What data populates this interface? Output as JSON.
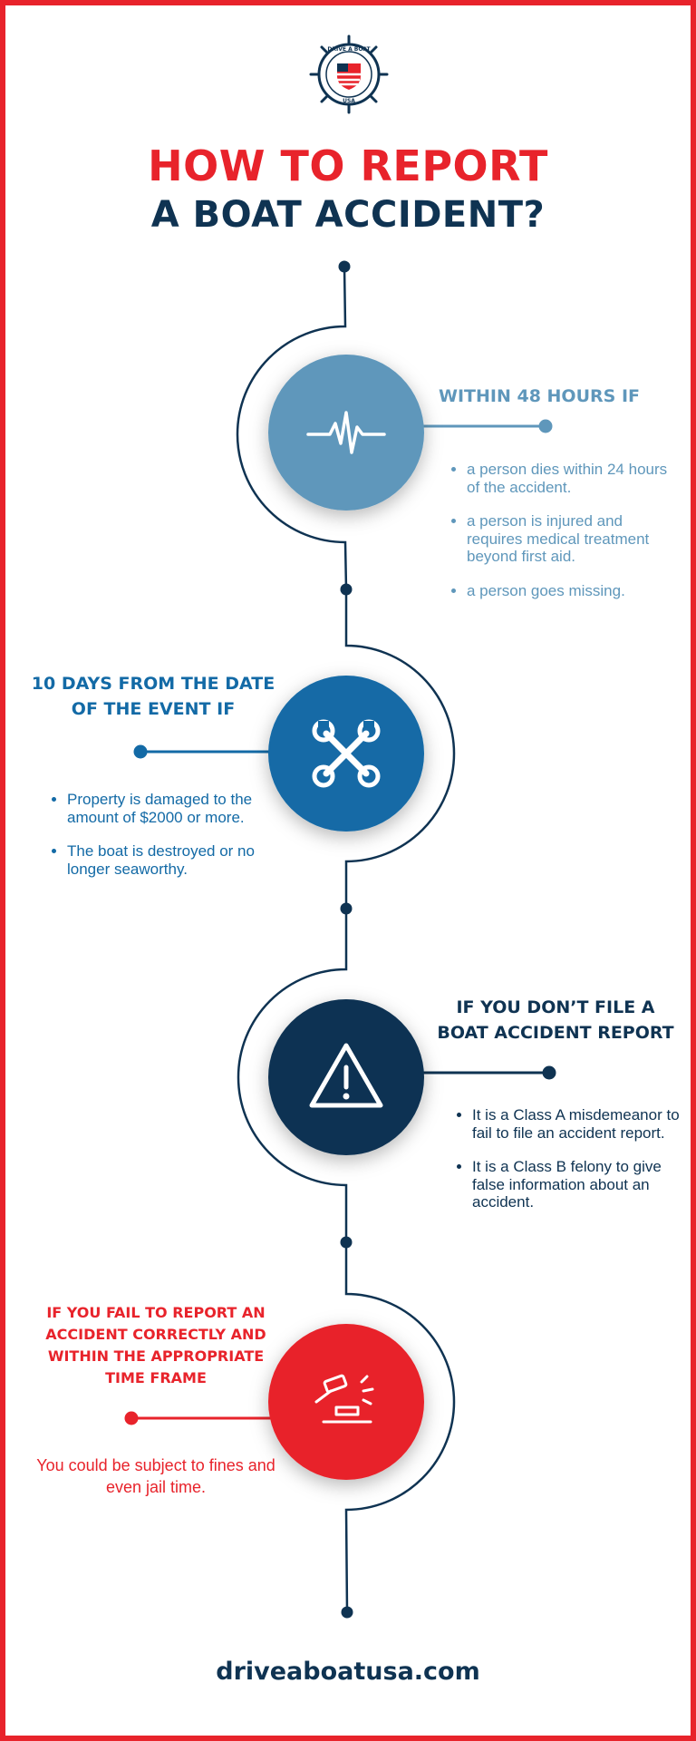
{
  "title": {
    "line1": "HOW TO REPORT",
    "line2": "A BOAT ACCIDENT?"
  },
  "logo": {
    "ring_text": "DRIVE A BOAT",
    "country": "USA"
  },
  "colors": {
    "red": "#e8232b",
    "navy": "#0f3352",
    "light_blue": "#5f97bb",
    "blue": "#136aa6"
  },
  "sections": [
    {
      "icon": "heartbeat-icon",
      "heading": "WITHIN 48 HOURS IF",
      "bullets": [
        "a person dies within 24 hours of the accident.",
        "a person is injured and requires medical treatment beyond first aid.",
        "a person goes missing."
      ]
    },
    {
      "icon": "wrench-icon",
      "heading": "10 DAYS FROM THE DATE OF THE EVENT IF",
      "bullets": [
        "Property is damaged to the amount of $2000 or more.",
        "The boat is destroyed or no longer seaworthy."
      ]
    },
    {
      "icon": "warning-icon",
      "heading": "IF YOU DON’T FILE A BOAT ACCIDENT REPORT",
      "bullets": [
        "It is a Class A misdemeanor to fail to file an accident report.",
        "It is a Class B felony to give false information about an accident."
      ]
    },
    {
      "icon": "gavel-icon",
      "heading": "IF YOU FAIL TO REPORT AN ACCIDENT CORRECTLY AND WITHIN THE APPROPRIATE TIME FRAME",
      "text": "You could be subject to fines and even jail time."
    }
  ],
  "footer": "driveaboatusa.com"
}
